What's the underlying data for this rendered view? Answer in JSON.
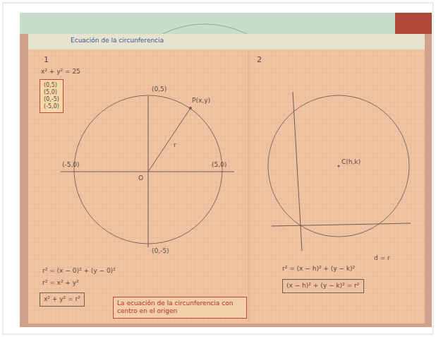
{
  "diagram": {
    "title": "Ecuación de la circunferencia",
    "nodes": [
      {
        "text": [
          "(0,5)",
          "(5,0)",
          "(0,-5)",
          "(-5,0)"
        ]
      },
      {
        "text": [
          "x² + y² = r²"
        ]
      },
      {
        "text": [
          "La ecuación de la circunferencia con centro en el origen"
        ]
      },
      {
        "text": [
          "(x − h)² + (y − k)² = r²"
        ]
      }
    ],
    "labels": [
      "1",
      "x² + y² = 25",
      "(0,5)",
      "(5,0)",
      "(-5,0)",
      "(0,-5)",
      "P(x,y)",
      "r",
      "O",
      "r² = (x − 0)² + (y − 0)²",
      "r² = x² + y²",
      "2",
      "C(h,k)",
      "r² = (x − h)² + (y − k)²",
      "d = r"
    ]
  }
}
